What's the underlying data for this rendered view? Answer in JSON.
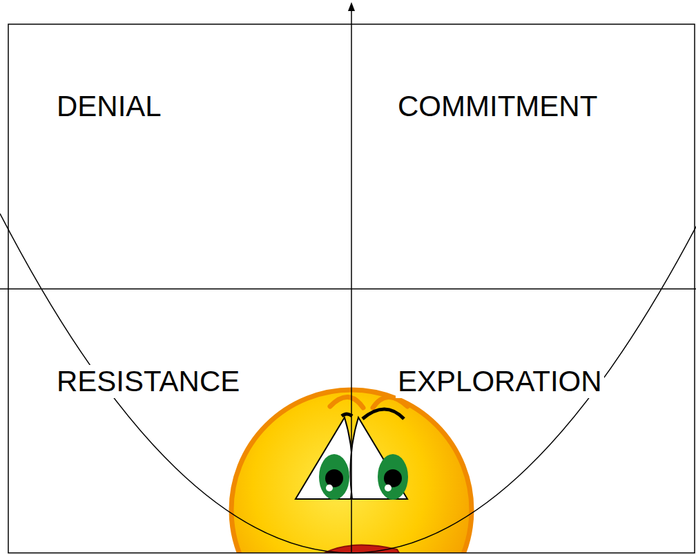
{
  "diagram": {
    "labels": [
      "DENIAL",
      "COMMITMENT",
      "RESISTANCE",
      "EXPLORATION"
    ]
  }
}
